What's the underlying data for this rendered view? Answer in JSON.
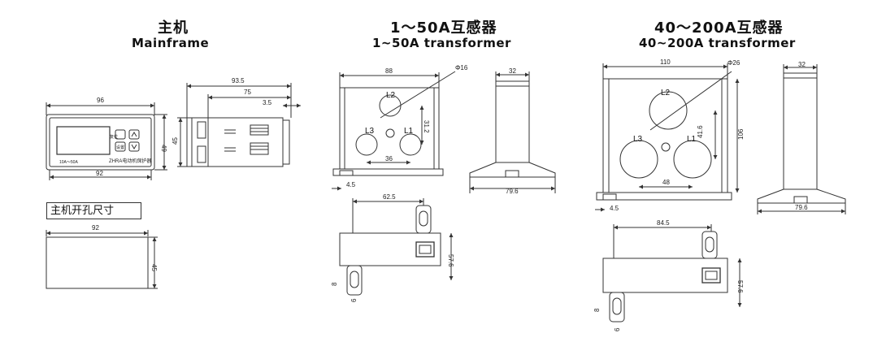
{
  "titles": {
    "mainframe_cn": "主机",
    "mainframe_en": "Mainframe",
    "small_ct_cn": "1～50A互感器",
    "small_ct_en": "1~50A transformer",
    "large_ct_cn": "40～200A互感器",
    "large_ct_en": "40~200A transformer"
  },
  "mainframe": {
    "width": "96",
    "height": "49",
    "inner_width": "92",
    "device_text": "ZHRA电动机保护器",
    "range_text": "10A～50A",
    "key_label": "复位",
    "key_label2": "设置",
    "side_length": "93.5",
    "side_inner": "75",
    "side_tab": "3.5",
    "side_height": "45"
  },
  "cutout": {
    "label": "主机开孔尺寸",
    "width": "92",
    "height": "45"
  },
  "small_ct": {
    "width": "88",
    "hole": "Φ16",
    "l2": "L2",
    "l3": "L3",
    "l1": "L1",
    "vert": "31.2",
    "horiz": "36",
    "foot": "4.5",
    "side_width": "32",
    "side_base": "79.6",
    "top_len": "62.5",
    "top_height": "57.6",
    "slot_h": "8",
    "slot_w": "6"
  },
  "large_ct": {
    "width": "110",
    "hole": "Φ26",
    "l2": "L2",
    "l3": "L3",
    "l1": "L1",
    "vert": "41.6",
    "horiz": "48",
    "height": "106",
    "foot": "4.5",
    "side_width": "32",
    "side_base": "79.6",
    "top_len": "84.5",
    "top_height": "57.6",
    "slot_h": "8",
    "slot_w": "6"
  }
}
